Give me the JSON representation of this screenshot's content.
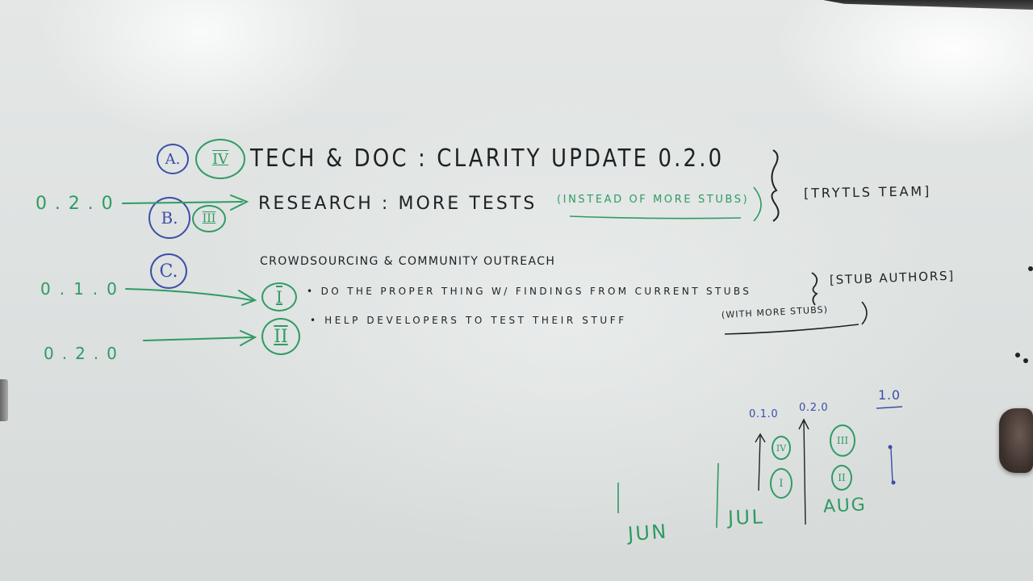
{
  "board": {
    "row_a": {
      "letter": "A.",
      "roman": "IV",
      "text": "TECH & DOC  :  CLARITY UPDATE 0.2.0"
    },
    "row_b": {
      "version": "0.2.0",
      "letter": "B.",
      "roman": "III",
      "text": "RESEARCH : MORE TESTS",
      "note": "(INSTEAD OF MORE STUBS)"
    },
    "team_label": "[TRYTLS TEAM]",
    "row_c": {
      "letter": "C.",
      "heading": "CROWDSOURCING & COMMUNITY OUTREACH"
    },
    "item_1": {
      "version": "0.1.0",
      "roman": "I",
      "text": "• DO THE PROPER THING W/ FINDINGS FROM CURRENT STUBS"
    },
    "authors_label": "[STUB AUTHORS]",
    "item_2": {
      "version": "0.2.0",
      "roman": "II",
      "text": "• HELP DEVELOPERS TO TEST THEIR STUFF",
      "note": "(WITH MORE STUBS)"
    },
    "timeline": {
      "v_010": "0.1.0",
      "v_020": "0.2.0",
      "v_10": "1.0",
      "jul_top": "IV",
      "jul_bottom": "I",
      "aug_top": "III",
      "aug_bottom": "II",
      "jun": "JUN",
      "jul": "JUL",
      "aug": "AUG"
    },
    "colors": {
      "black_marker": "#1f2224",
      "green_marker": "#2f9b63",
      "blue_marker": "#3b4ea8"
    }
  }
}
